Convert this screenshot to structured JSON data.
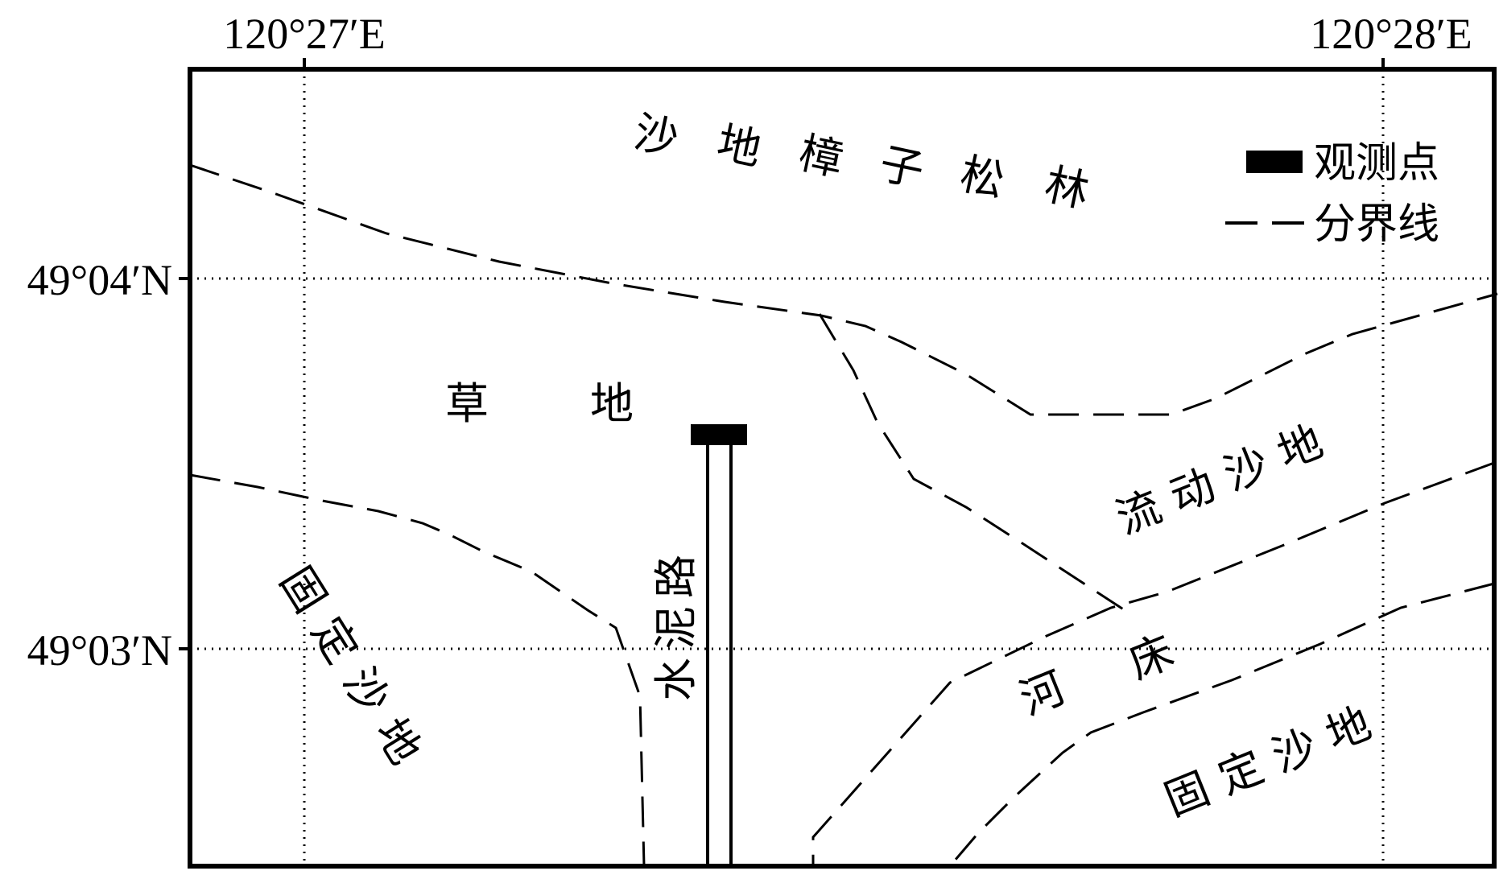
{
  "map": {
    "longitude_labels": [
      "120°27′E",
      "120°28′E"
    ],
    "latitude_labels": [
      "49°04′N",
      "49°03′N"
    ],
    "regions": {
      "zhangzisong_forest": [
        "沙",
        "地",
        "樟",
        "子",
        "松",
        "林"
      ],
      "grassland": [
        "草",
        "地"
      ],
      "flowing_sand": "流动沙地",
      "fixed_sand_left": "固定沙地",
      "riverbed": [
        "河",
        "床"
      ],
      "fixed_sand_right": "固定沙地",
      "cement_road": "水泥路"
    },
    "legend": {
      "observation_point": "观测点",
      "boundary_line": "分界线"
    },
    "colors": {
      "ink": "#000000",
      "background": "#ffffff"
    }
  }
}
